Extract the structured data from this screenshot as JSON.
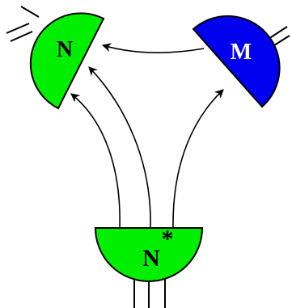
{
  "diagram": {
    "nodes": {
      "n": {
        "label": "N",
        "color": "#00ee00"
      },
      "m": {
        "label": "M",
        "color": "#0000ee"
      },
      "n_star": {
        "label": "N",
        "superscript": "*",
        "color": "#00ee00"
      }
    },
    "edges": [
      {
        "from": "m",
        "to": "n"
      },
      {
        "from": "n_star",
        "to": "n"
      },
      {
        "from": "n_star",
        "to": "n"
      },
      {
        "from": "n_star",
        "to": "m"
      }
    ]
  }
}
